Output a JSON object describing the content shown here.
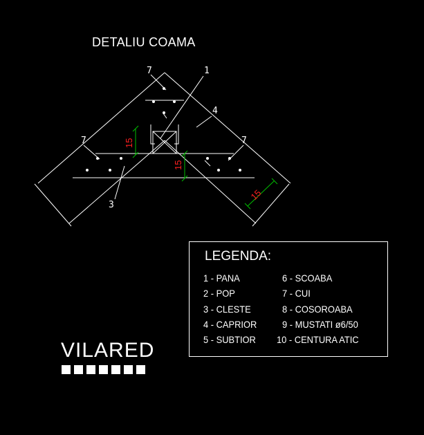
{
  "title": "DETALIU COAMA",
  "colors": {
    "background": "#000000",
    "line": "#ffffff",
    "dimension_text": "#ff2020",
    "dimension_line": "#00c000"
  },
  "callouts": [
    "7",
    "1",
    "4",
    "7",
    "7",
    "3"
  ],
  "dimensions": [
    "15",
    "15",
    "15"
  ],
  "legend": {
    "title": "LEGENDA:",
    "items": [
      "1 - PANA",
      "6 - SCOABA",
      "2 - POP",
      "7 - CUI",
      "3 - CLESTE",
      "8 - COSOROABA",
      "4 - CAPRIOR",
      "9 - MUSTATI ø6/50",
      "5 - SUBTIOR",
      "10 - CENTURA ATIC"
    ]
  },
  "brand": {
    "name": "VILARED",
    "squares": 7
  }
}
